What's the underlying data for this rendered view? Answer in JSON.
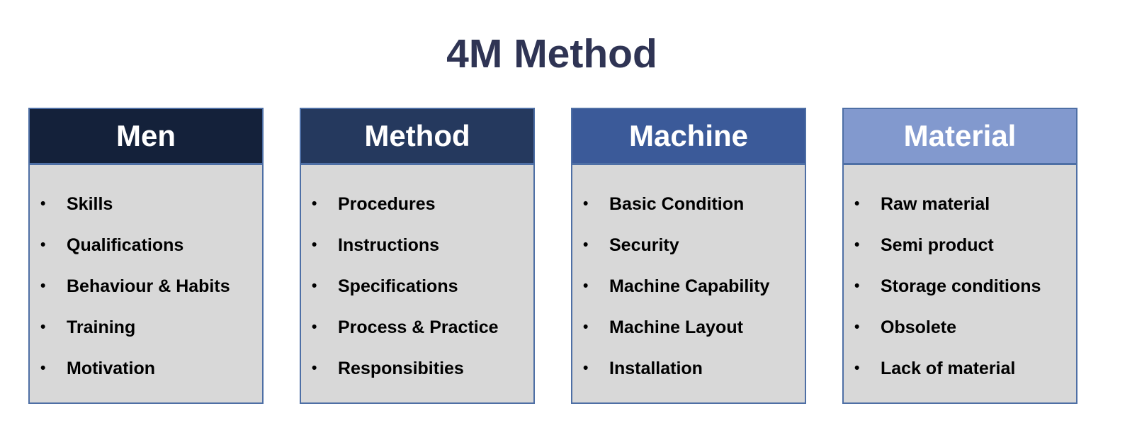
{
  "title": "4M Method",
  "title_color": "#2F3454",
  "body_bg": "#D8D8D8",
  "border_color": "#4E6FA5",
  "bullet_glyph": "•",
  "columns": [
    {
      "header": "Men",
      "header_color": "#14213A",
      "items": [
        "Skills",
        "Qualifications",
        "Behaviour & Habits",
        "Training",
        "Motivation"
      ]
    },
    {
      "header": "Method",
      "header_color": "#25395E",
      "items": [
        "Procedures",
        "Instructions",
        "Specifications",
        "Process & Practice",
        "Responsibities"
      ]
    },
    {
      "header": "Machine",
      "header_color": "#3B5A99",
      "items": [
        "Basic Condition",
        "Security",
        "Machine Capability",
        "Machine Layout",
        "Installation"
      ]
    },
    {
      "header": "Material",
      "header_color": "#8299CE",
      "items": [
        "Raw material",
        "Semi product",
        "Storage conditions",
        "Obsolete",
        "Lack of material"
      ]
    }
  ]
}
